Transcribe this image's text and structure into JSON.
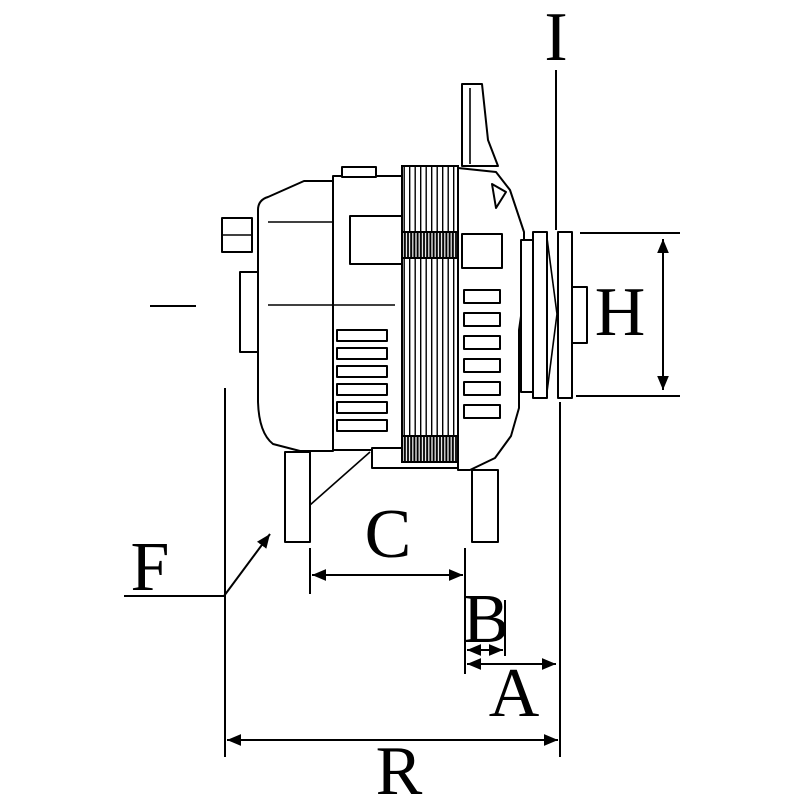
{
  "diagram": {
    "kind": "technical-dimension-drawing",
    "subject": "alternator-side-view",
    "background_color": "#ffffff",
    "line_color": "#000000",
    "labels": {
      "i": "I",
      "h": "H",
      "f": "F",
      "c": "C",
      "b": "B",
      "a": "A",
      "r": "R"
    }
  }
}
